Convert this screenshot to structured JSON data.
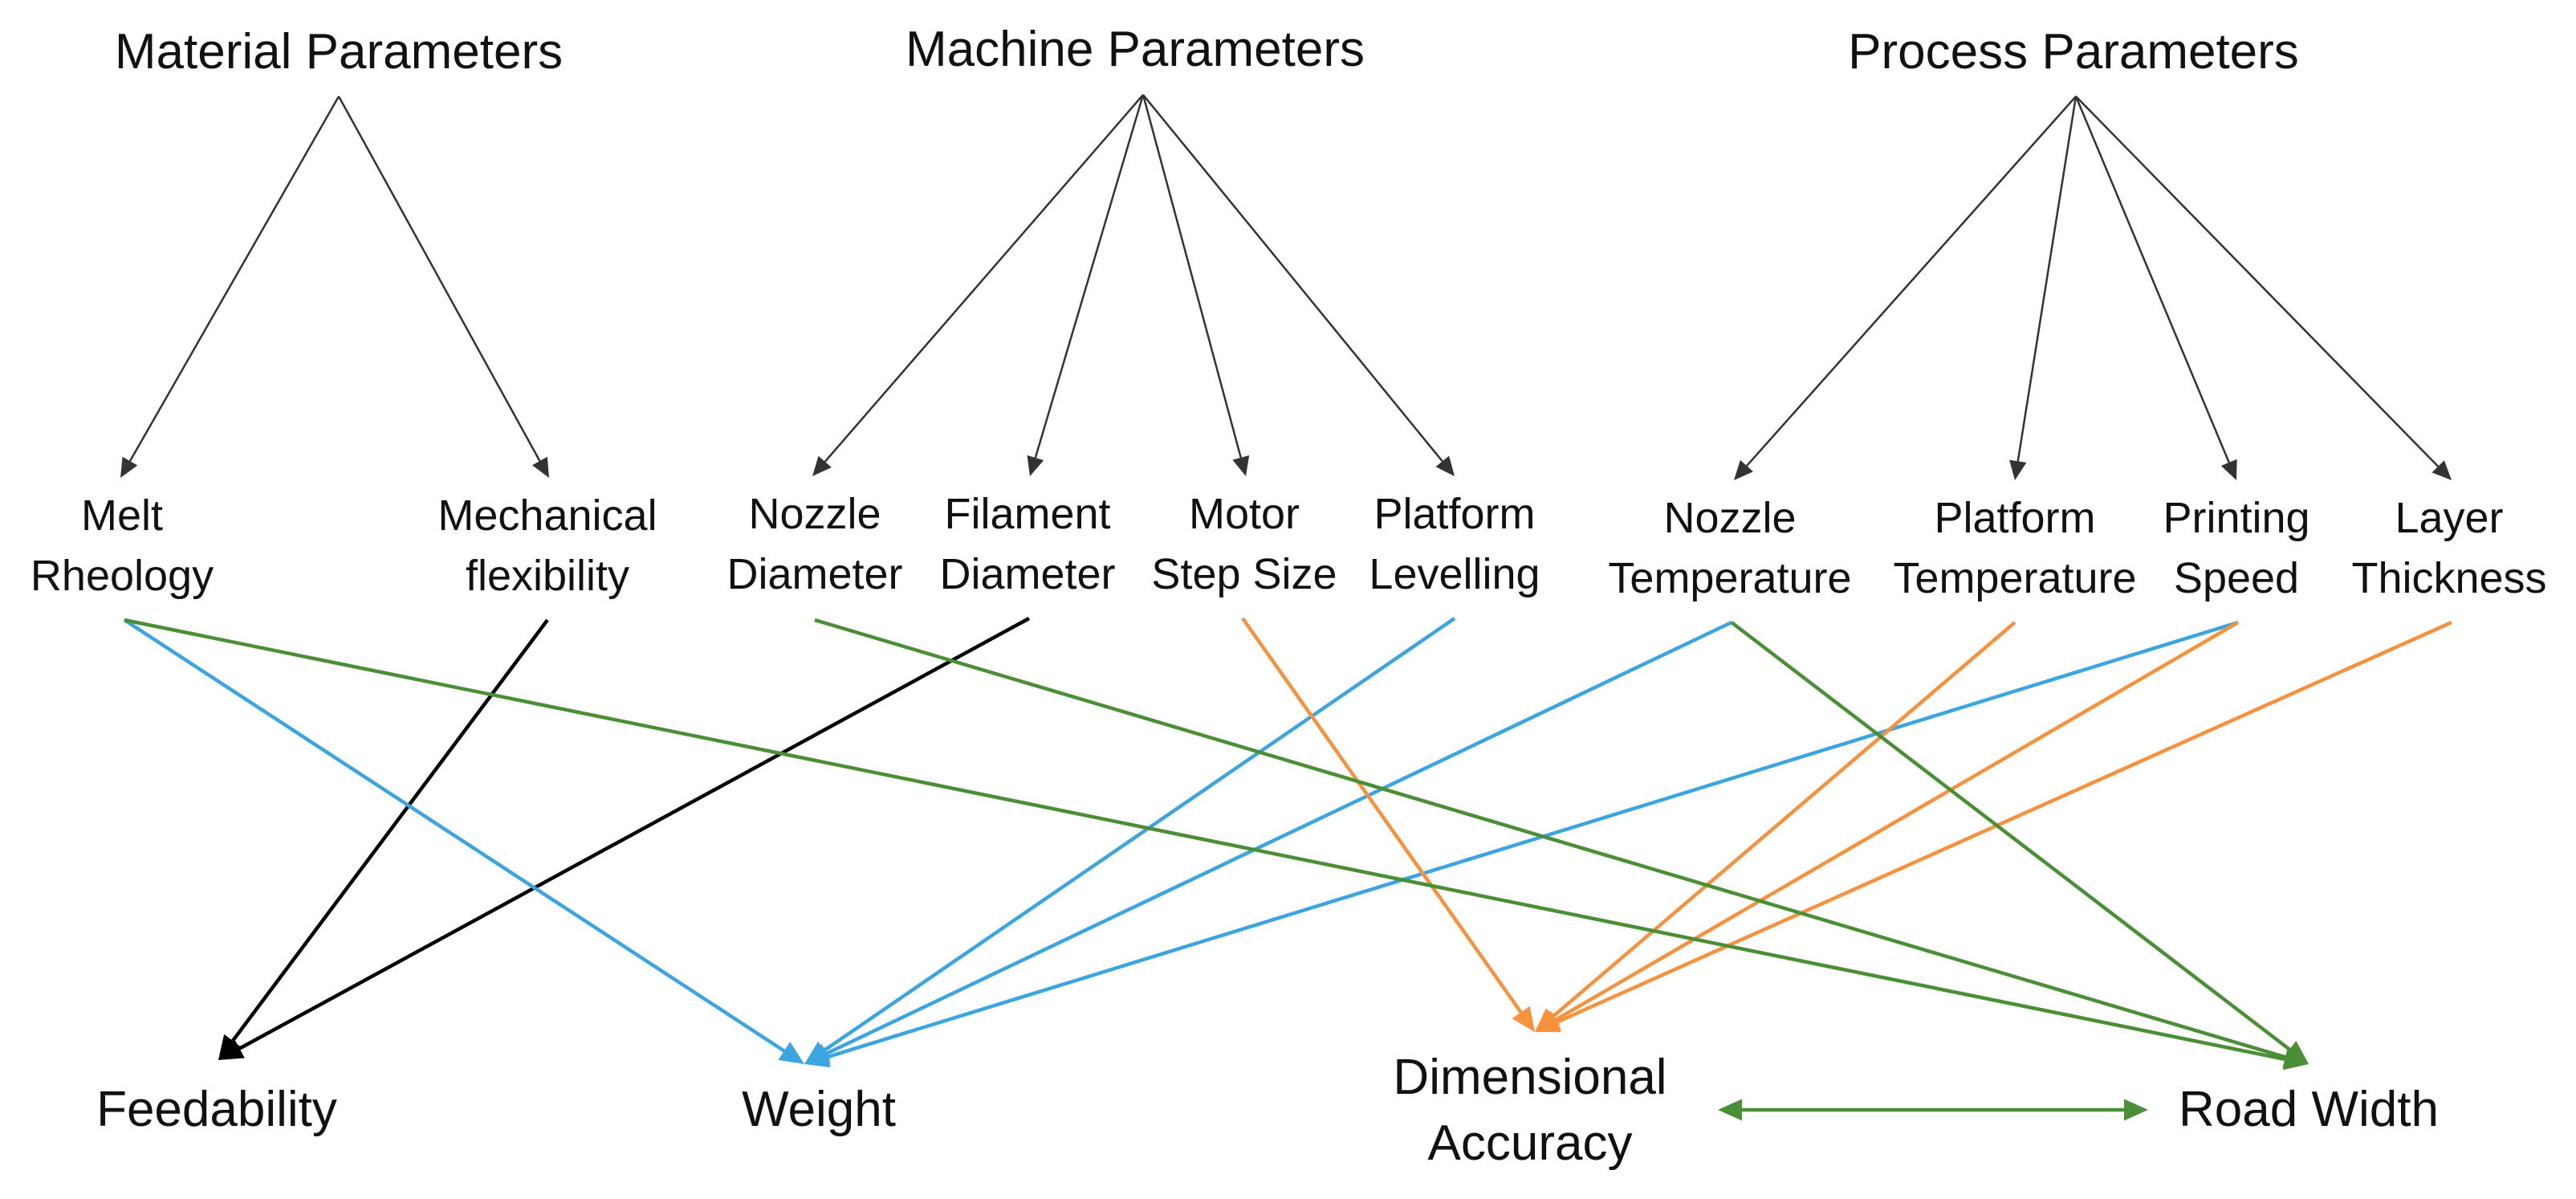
{
  "categories": {
    "material": "Material Parameters",
    "machine": "Machine Parameters",
    "process": "Process Parameters"
  },
  "parameters": {
    "melt_rheology": [
      "Melt",
      "Rheology"
    ],
    "mechanical_flexibility": [
      "Mechanical",
      "flexibility"
    ],
    "nozzle_diameter": [
      "Nozzle",
      "Diameter"
    ],
    "filament_diameter": [
      "Filament",
      "Diameter"
    ],
    "motor_step_size": [
      "Motor",
      "Step Size"
    ],
    "platform_levelling": [
      "Platform",
      "Levelling"
    ],
    "nozzle_temperature": [
      "Nozzle",
      "Temperature"
    ],
    "platform_temperature": [
      "Platform",
      "Temperature"
    ],
    "printing_speed": [
      "Printing",
      "Speed"
    ],
    "layer_thickness": [
      "Layer",
      "Thickness"
    ]
  },
  "outputs": {
    "feedability": [
      "Feedability"
    ],
    "weight": [
      "Weight"
    ],
    "dimensional_accuracy": [
      "Dimensional",
      "Accuracy"
    ],
    "road_width": [
      "Road Width"
    ]
  },
  "colors": {
    "hierarchy": "#333333",
    "feedability": "#000000",
    "weight": "#3aa5e0",
    "dimensional_accuracy": "#f7913b",
    "road_width": "#4a8f35"
  },
  "edges": [
    {
      "from": "material",
      "to": "melt_rheology",
      "color": "hierarchy"
    },
    {
      "from": "material",
      "to": "mechanical_flexibility",
      "color": "hierarchy"
    },
    {
      "from": "machine",
      "to": "nozzle_diameter",
      "color": "hierarchy"
    },
    {
      "from": "machine",
      "to": "filament_diameter",
      "color": "hierarchy"
    },
    {
      "from": "machine",
      "to": "motor_step_size",
      "color": "hierarchy"
    },
    {
      "from": "machine",
      "to": "platform_levelling",
      "color": "hierarchy"
    },
    {
      "from": "process",
      "to": "nozzle_temperature",
      "color": "hierarchy"
    },
    {
      "from": "process",
      "to": "platform_temperature",
      "color": "hierarchy"
    },
    {
      "from": "process",
      "to": "printing_speed",
      "color": "hierarchy"
    },
    {
      "from": "process",
      "to": "layer_thickness",
      "color": "hierarchy"
    },
    {
      "from": "mechanical_flexibility",
      "to": "feedability",
      "color": "feedability"
    },
    {
      "from": "filament_diameter",
      "to": "feedability",
      "color": "feedability"
    },
    {
      "from": "melt_rheology",
      "to": "weight",
      "color": "weight"
    },
    {
      "from": "platform_levelling",
      "to": "weight",
      "color": "weight"
    },
    {
      "from": "nozzle_temperature",
      "to": "weight",
      "color": "weight"
    },
    {
      "from": "printing_speed",
      "to": "weight",
      "color": "weight"
    },
    {
      "from": "motor_step_size",
      "to": "dimensional_accuracy",
      "color": "dimensional_accuracy"
    },
    {
      "from": "platform_temperature",
      "to": "dimensional_accuracy",
      "color": "dimensional_accuracy"
    },
    {
      "from": "printing_speed",
      "to": "dimensional_accuracy",
      "color": "dimensional_accuracy"
    },
    {
      "from": "layer_thickness",
      "to": "dimensional_accuracy",
      "color": "dimensional_accuracy"
    },
    {
      "from": "melt_rheology",
      "to": "road_width",
      "color": "road_width"
    },
    {
      "from": "nozzle_diameter",
      "to": "road_width",
      "color": "road_width"
    },
    {
      "from": "nozzle_temperature",
      "to": "road_width",
      "color": "road_width"
    },
    {
      "from": "dimensional_accuracy",
      "to": "road_width",
      "color": "road_width",
      "bidirectional": true
    }
  ]
}
